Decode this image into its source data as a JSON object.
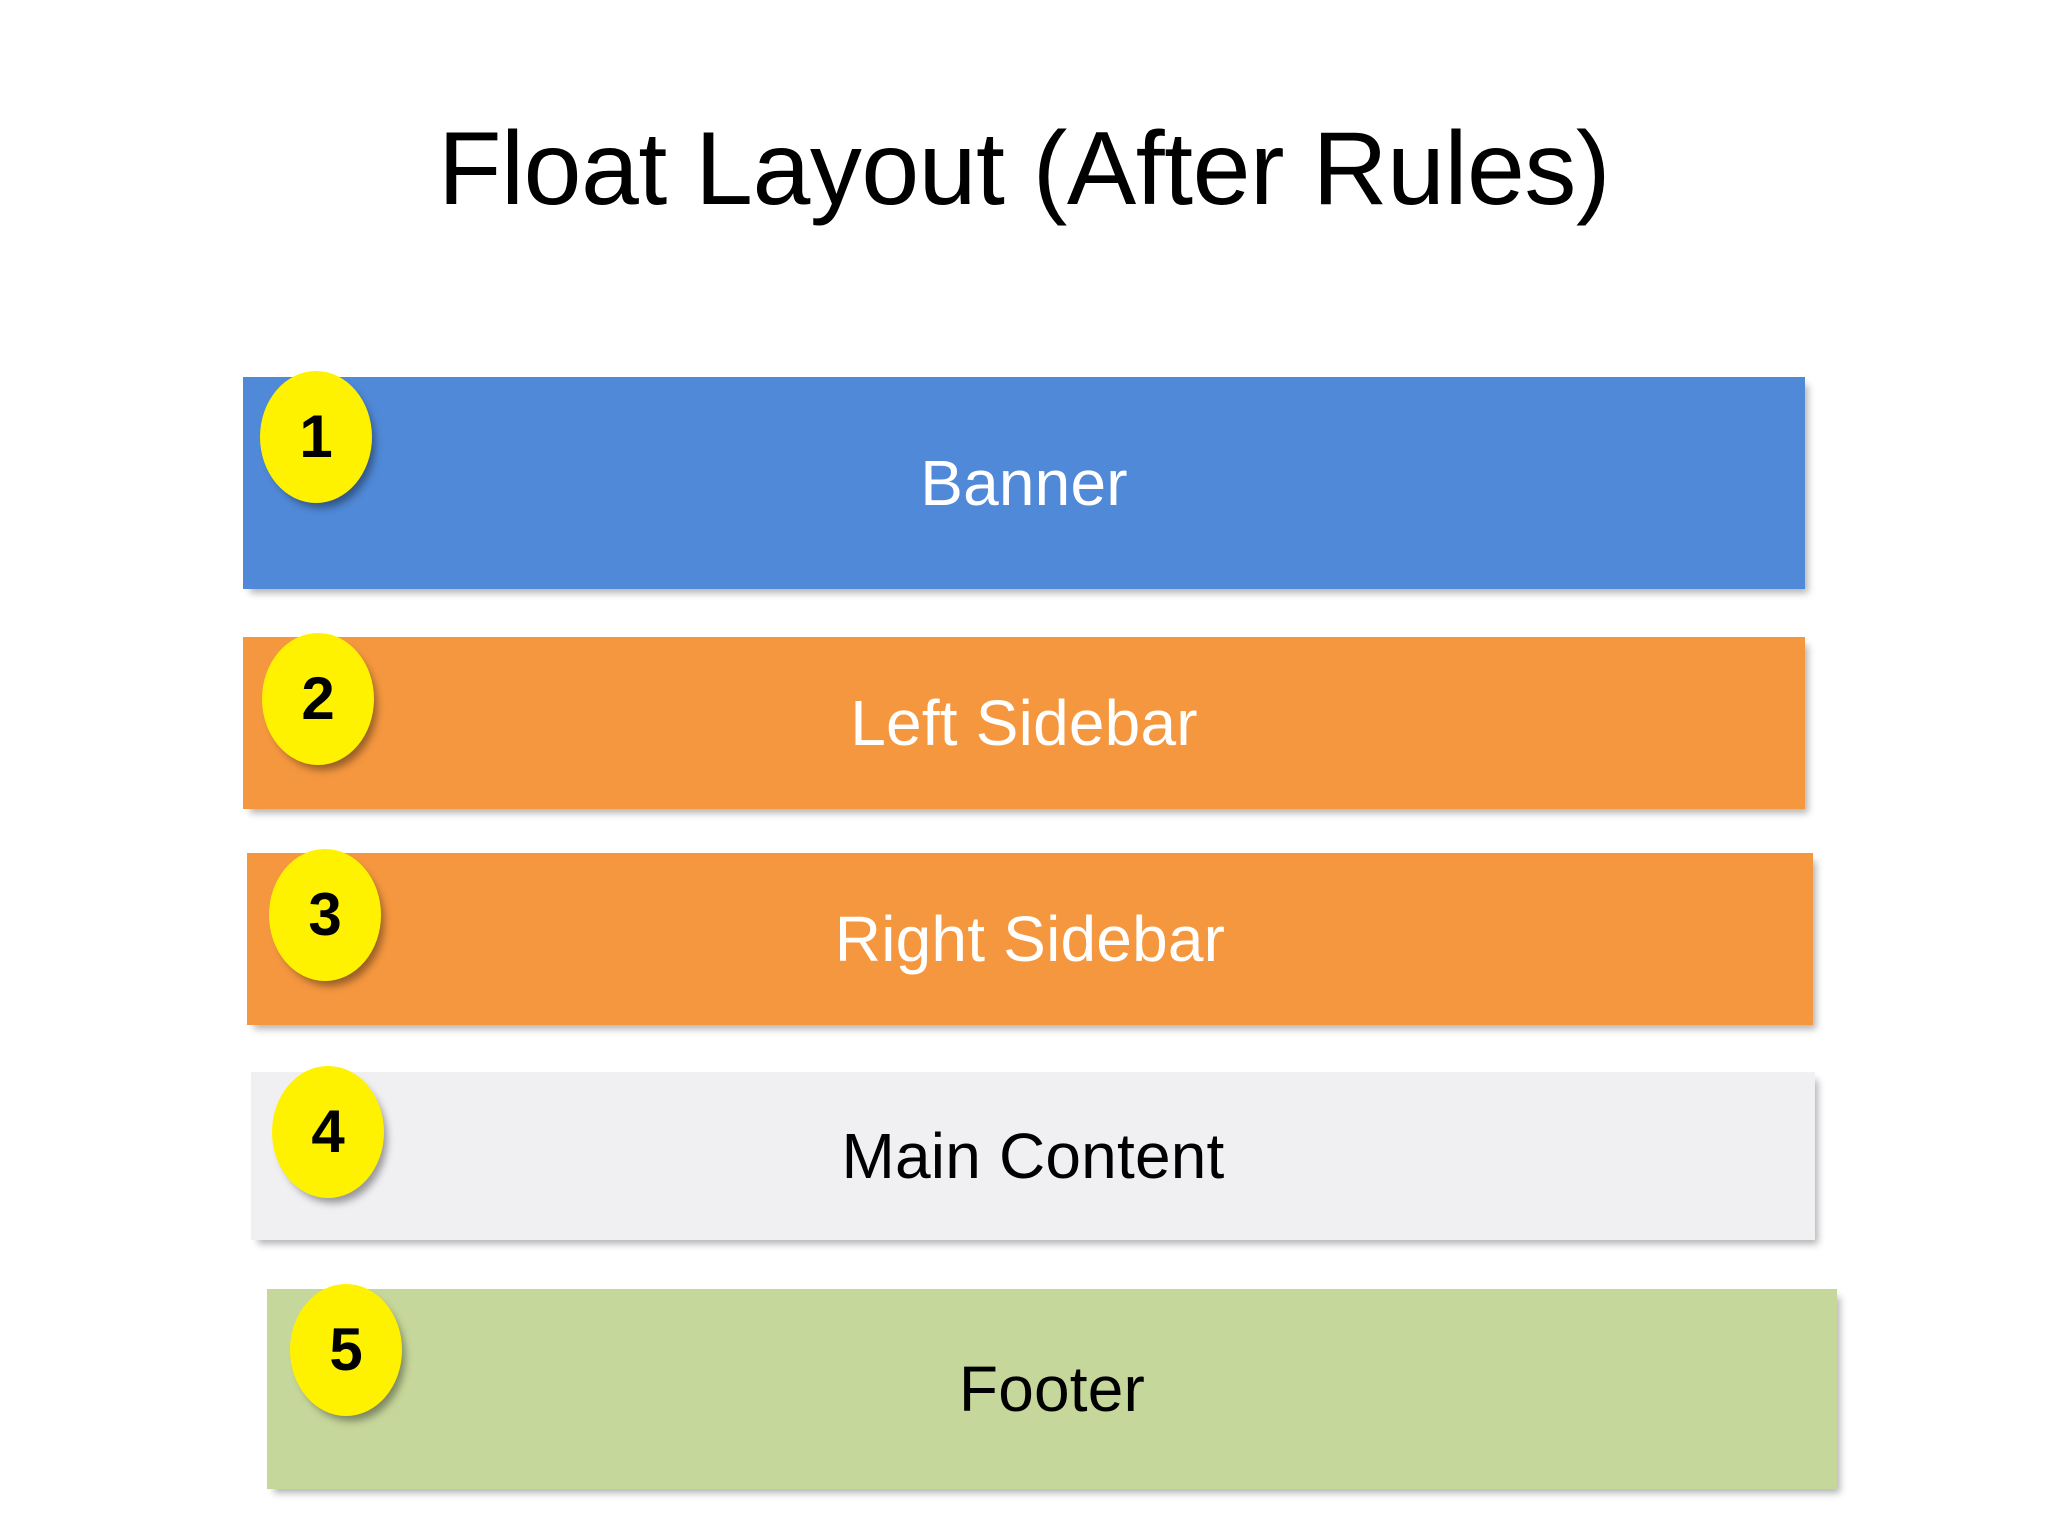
{
  "slide": {
    "title": "Float Layout (After Rules)",
    "background_color": "#FFFFFF",
    "badge_color": "#FFF200",
    "badge_text_color": "#000000"
  },
  "bars": [
    {
      "number": "1",
      "label": "Banner",
      "color": "#5089D7",
      "text_color": "#FFFFFF"
    },
    {
      "number": "2",
      "label": "Left Sidebar",
      "color": "#F5973F",
      "text_color": "#FFFFFF"
    },
    {
      "number": "3",
      "label": "Right Sidebar",
      "color": "#F5973F",
      "text_color": "#FFFFFF"
    },
    {
      "number": "4",
      "label": "Main Content",
      "color": "#F0F0F3",
      "text_color": "#000000"
    },
    {
      "number": "5",
      "label": "Footer",
      "color": "#C6D79B",
      "text_color": "#000000"
    }
  ]
}
